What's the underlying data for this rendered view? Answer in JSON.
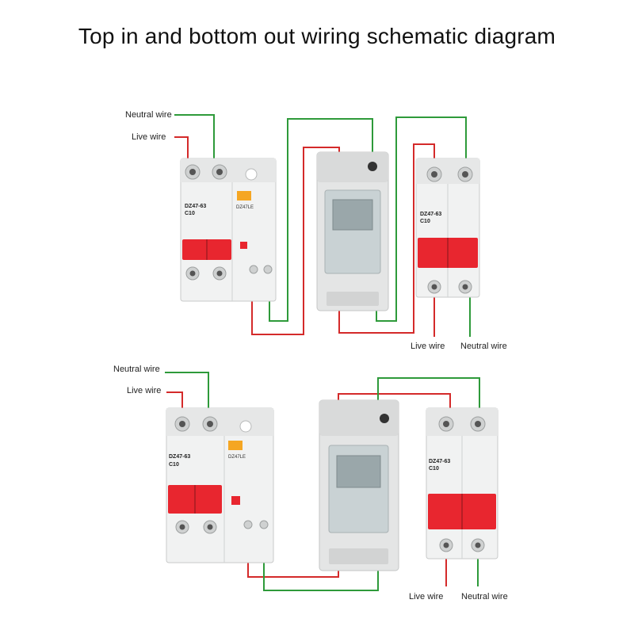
{
  "title": "Top in and bottom out wiring schematic diagram",
  "colors": {
    "live": "#d42a2a",
    "neutral": "#2e9a3a",
    "handle": "#e8262f",
    "indicator": "#f5a623",
    "body": "#f1f2f2",
    "meter_case": "#e4e5e5"
  },
  "top": {
    "labels": {
      "neutral_in": "Neutral wire",
      "live_in": "Live wire",
      "live_out": "Live wire",
      "neutral_out": "Neutral wire"
    },
    "rcbo": {
      "model": "DZ47-63",
      "rating": "C10",
      "module": "DZ47LE"
    },
    "mcb": {
      "model": "DZ47-63",
      "rating": "C10"
    }
  },
  "bottom": {
    "labels": {
      "neutral_in": "Neutral wire",
      "live_in": "Live wire",
      "live_out": "Live wire",
      "neutral_out": "Neutral wire"
    },
    "rcbo": {
      "model": "DZ47-63",
      "rating": "C10",
      "module": "DZ47LE"
    },
    "mcb": {
      "model": "DZ47-63",
      "rating": "C10"
    }
  }
}
